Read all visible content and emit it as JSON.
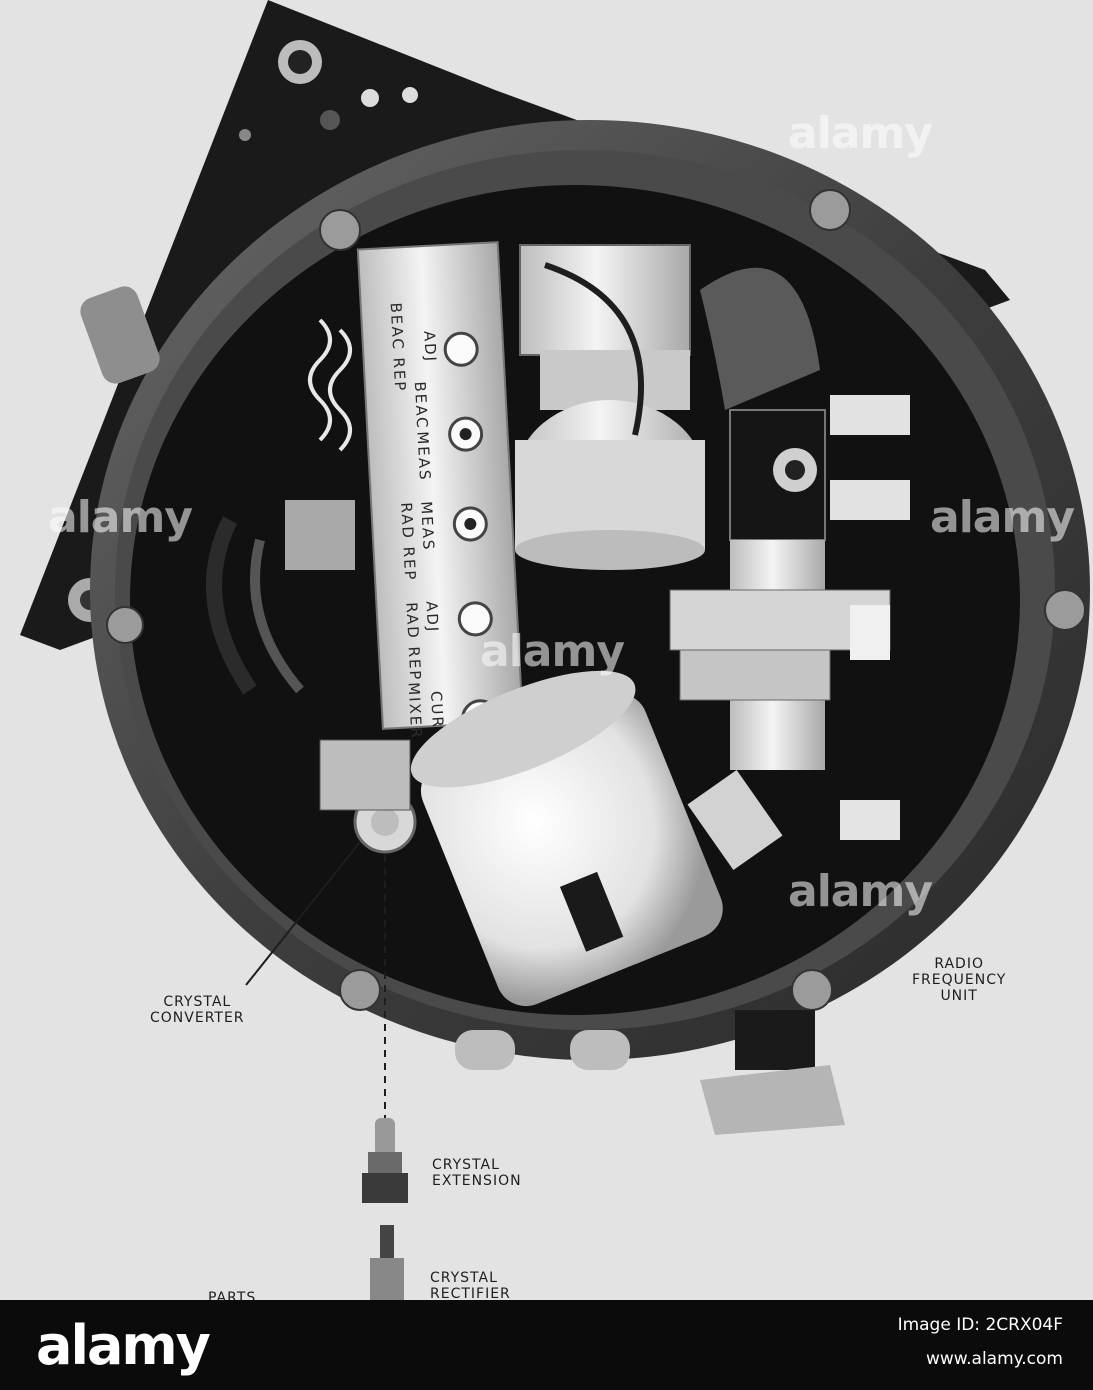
{
  "labels": {
    "crystal_converter": [
      "CRYSTAL",
      "CONVERTER"
    ],
    "radio_frequency_unit": [
      "RADIO",
      "FREQUENCY",
      "UNIT"
    ],
    "crystal_extension": [
      "CRYSTAL",
      "EXTENSION"
    ],
    "crystal_rectifier": [
      "CRYSTAL",
      "RECTIFIER"
    ],
    "parts": "PARTS"
  },
  "panel": {
    "col1_top": "BEAC REP",
    "col1_bottom": "ADJ",
    "col2_top": "BEAC",
    "col2_bottom": "MEAS",
    "col3_top": "RAD REP",
    "col3_bottom": "MEAS",
    "col4_top": "RAD REP",
    "col4_bottom": "ADJ",
    "col5_top": "MIXER",
    "col5_bottom": "CUR"
  },
  "watermark": "alamy",
  "footer": {
    "logo": "alamy",
    "image_id": "Image ID: 2CRX04F",
    "site": "www.alamy.com"
  }
}
